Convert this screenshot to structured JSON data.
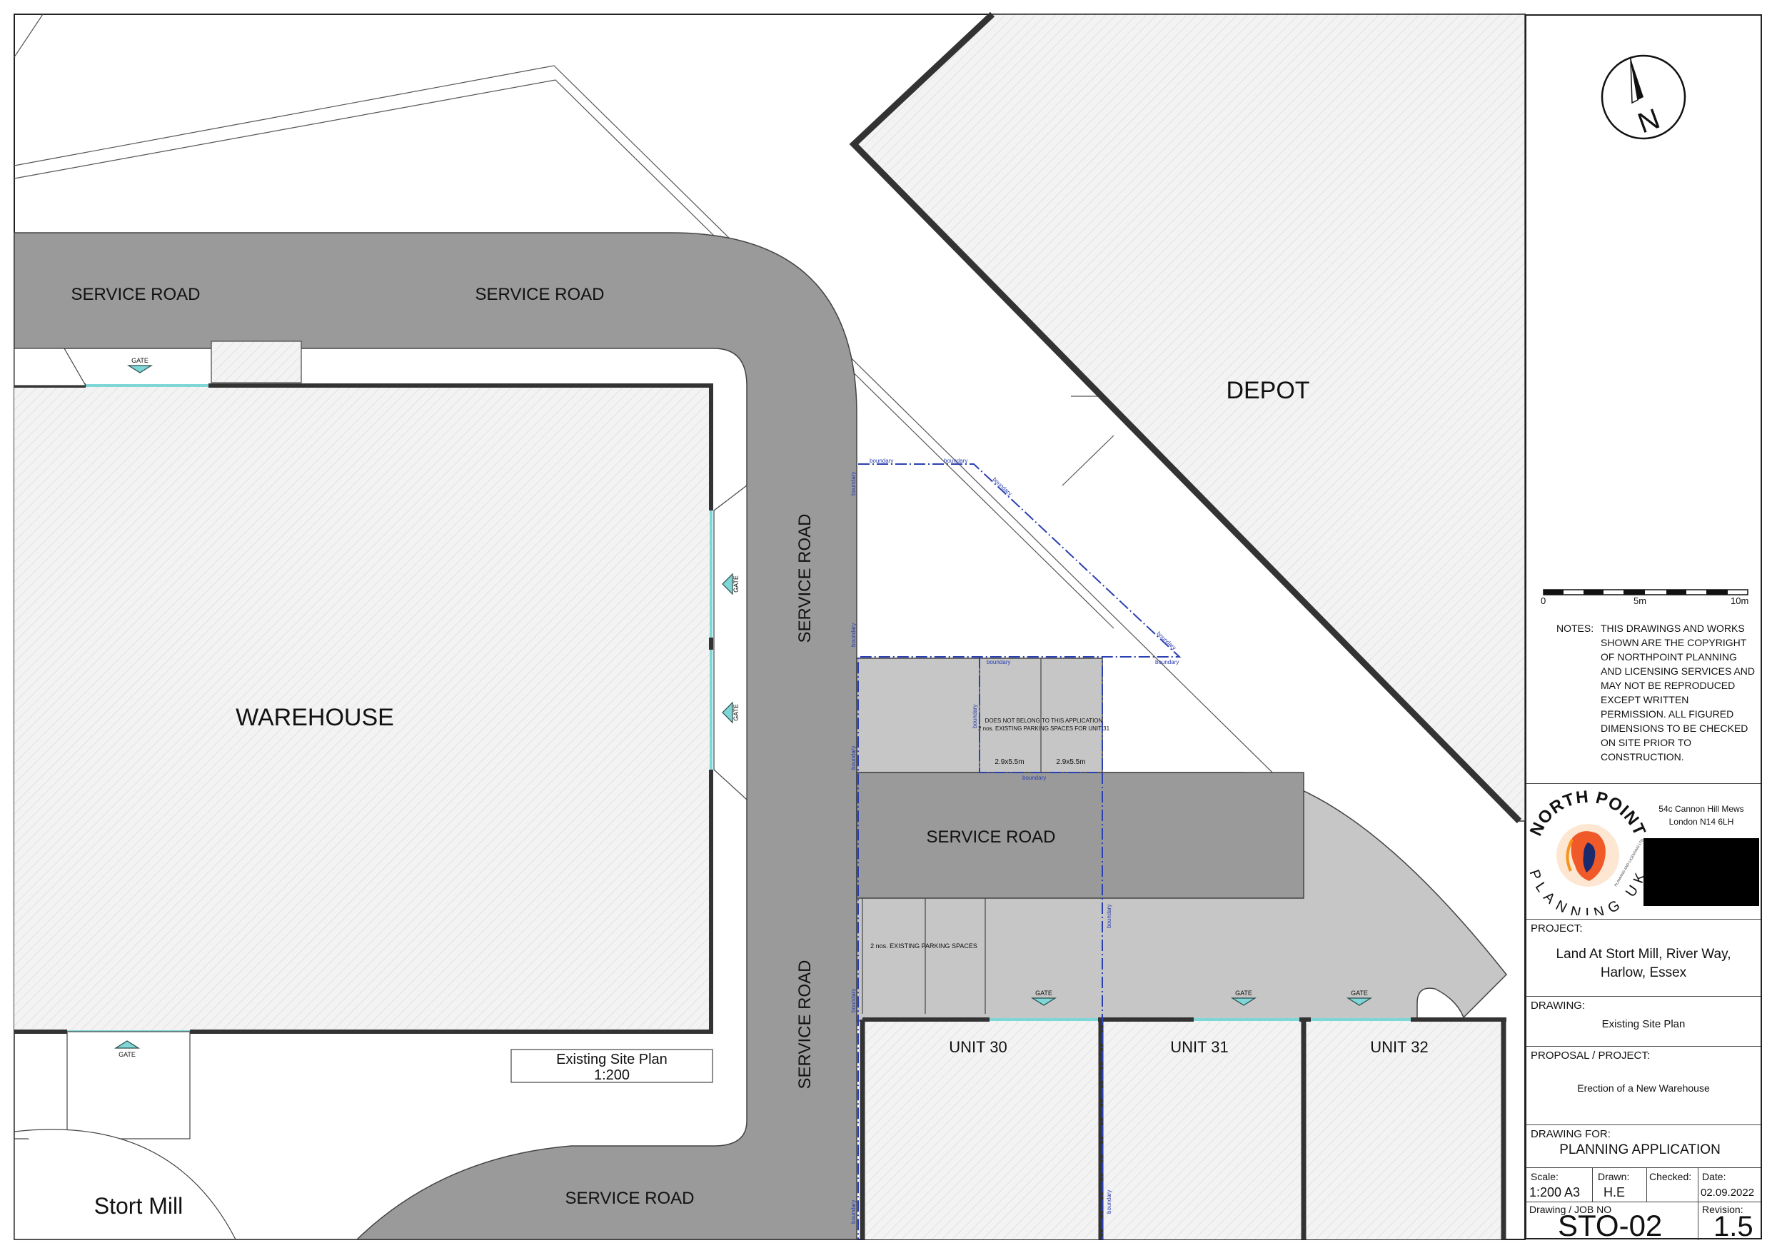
{
  "plan": {
    "labels": {
      "service_road_1": "SERVICE ROAD",
      "service_road_2": "SERVICE ROAD",
      "service_road_3": "SERVICE ROAD",
      "service_road_4": "SERVICE ROAD",
      "service_road_5": "SERVICE ROAD",
      "service_road_6": "SERVICE ROAD",
      "warehouse": "WAREHOUSE",
      "depot": "DEPOT",
      "unit_30": "UNIT 30",
      "unit_31": "UNIT 31",
      "unit_32": "UNIT 32",
      "stort_mill": "Stort Mill",
      "gate": "GATE",
      "boundary": "boundary",
      "not_belong_1": "DOES NOT BELONG TO THIS APPLICATION",
      "not_belong_2": "2 nos. EXISTING PARKING SPACES FOR UNIT 31",
      "bay_dim": "2.9x5.5m",
      "parking_lower": "2 nos. EXISTING PARKING SPACES",
      "legend_title": "Existing Site Plan",
      "legend_scale": "1:200"
    },
    "colors": {
      "road": "#9a9a9a",
      "parking": "#c6c6c6",
      "building_hatch": "#f2f2f2",
      "boundary": "#2a3fb0",
      "gate": "#7fd6d6"
    }
  },
  "title_block": {
    "north_letter": "N",
    "scale_bar": {
      "labels": [
        "0",
        "5m",
        "10m"
      ]
    },
    "notes_label": "NOTES:",
    "notes_text": "THIS DRAWINGS AND WORKS SHOWN ARE THE COPYRIGHT OF NORTHPOINT PLANNING AND LICENSING SERVICES AND MAY NOT BE REPRODUCED EXCEPT WRITTEN PERMISSION. ALL FIGURED DIMENSIONS TO BE CHECKED ON SITE PRIOR TO CONSTRUCTION.",
    "logo_top": "NORTH POINT",
    "logo_bottom": "PLANNING UK",
    "logo_small": "PLANNING AND LICENSING LTD",
    "address_1": "54c Cannon Hill Mews",
    "address_2": "London N14 6LH",
    "project_label": "PROJECT:",
    "project_1": "Land At Stort Mill, River Way,",
    "project_2": "Harlow, Essex",
    "drawing_label": "DRAWING:",
    "drawing": "Existing Site Plan",
    "proposal_label": "PROPOSAL / PROJECT:",
    "proposal": "Erection of a New Warehouse",
    "drawing_for_label": "DRAWING FOR:",
    "drawing_for": "PLANNING  APPLICATION",
    "scale_label": "Scale:",
    "scale": "1:200 A3",
    "drawn_label": "Drawn:",
    "drawn": "H.E",
    "checked_label": "Checked:",
    "date_label": "Date:",
    "date": "02.09.2022",
    "job_label": "Drawing / JOB NO",
    "job": "STO-02",
    "revision_label": "Revision:",
    "revision": "1.5"
  }
}
